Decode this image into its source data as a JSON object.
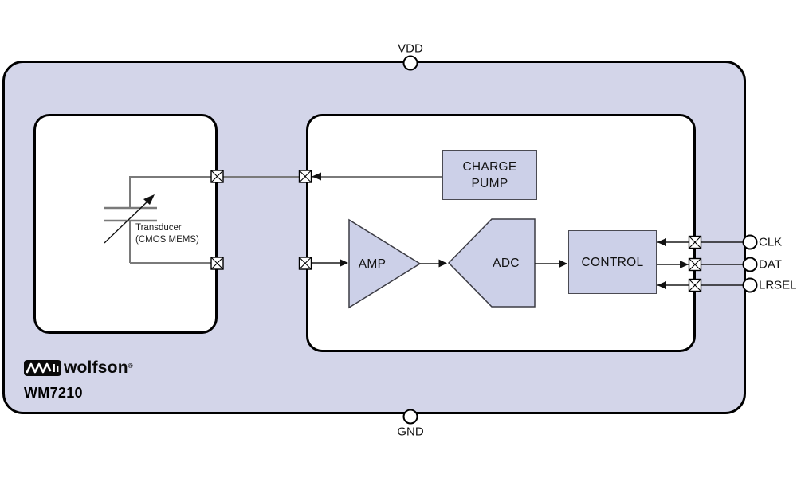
{
  "device": {
    "part_number": "WM7210",
    "brand": "wolfson",
    "registered_mark": "®"
  },
  "pins": {
    "vdd": "VDD",
    "gnd": "GND",
    "clk": "CLK",
    "dat": "DAT",
    "lrsel": "LRSEL"
  },
  "blocks": {
    "charge_pump_line1": "CHARGE",
    "charge_pump_line2": "PUMP",
    "amp": "AMP",
    "adc": "ADC",
    "control": "CONTROL"
  },
  "transducer": {
    "line1": "Transducer",
    "line2": "(CMOS MEMS)"
  },
  "colors": {
    "package_fill": "#d3d5e9",
    "die_fill": "#ffffff",
    "block_fill": "#ccd0e8",
    "outline": "#000000",
    "block_border": "#4a4a52",
    "wire_gray": "#7a7a7a",
    "wire_black": "#1a1a1a"
  }
}
